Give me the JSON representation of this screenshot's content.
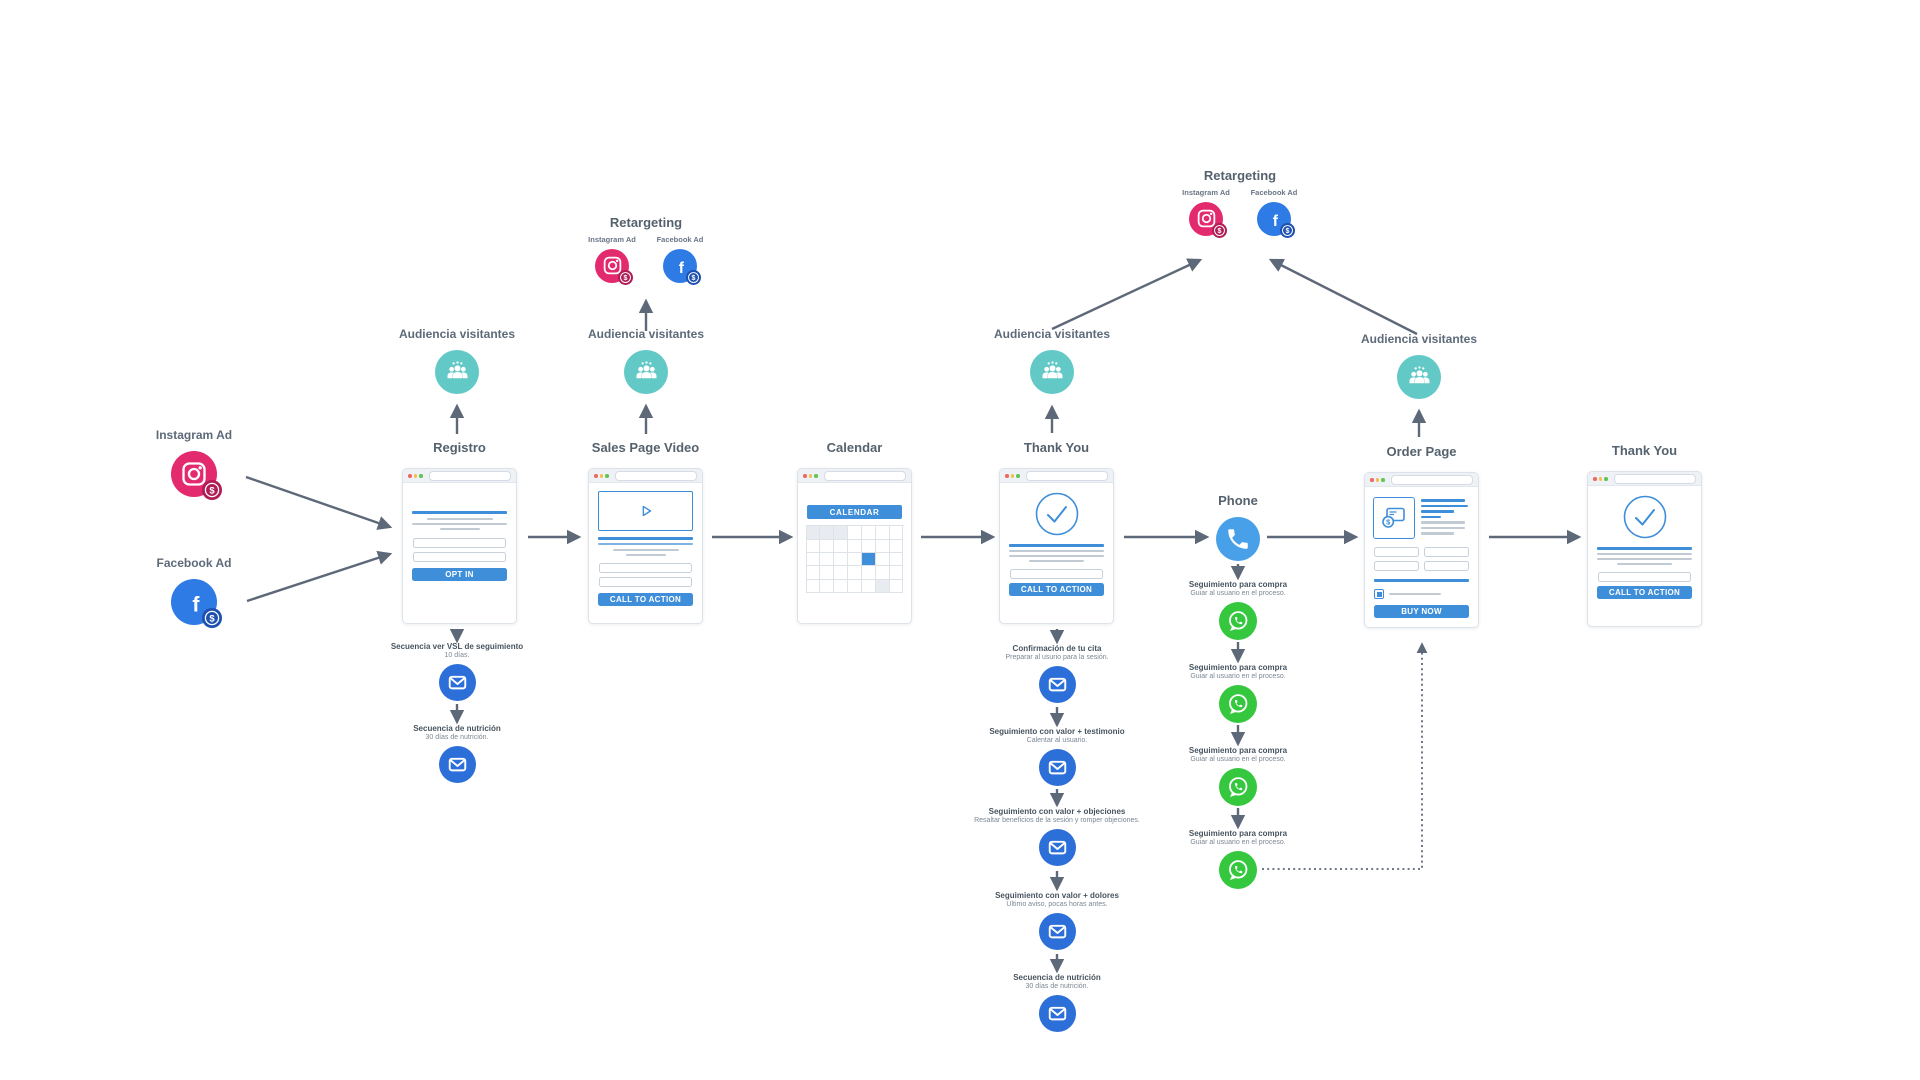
{
  "colors": {
    "teal": "#62c9c6",
    "instagram_pink": "#e32a6e",
    "instagram_badge": "#b01c55",
    "facebook_blue": "#2e7be5",
    "facebook_badge": "#1e50b0",
    "email_blue": "#2d6fd8",
    "phone_blue": "#47a0e8",
    "whatsapp_green": "#35c83e",
    "accent_blue": "#3f8ed9",
    "arrow": "#5d6878"
  },
  "sources": {
    "instagram_label": "Instagram Ad",
    "facebook_label": "Facebook Ad"
  },
  "audience_label": "Audiencia visitantes",
  "retargeting": {
    "title": "Retargeting",
    "instagram_label": "Instagram Ad",
    "facebook_label": "Facebook Ad"
  },
  "nodes": {
    "registro": {
      "title": "Registro",
      "button": "OPT IN"
    },
    "sales": {
      "title": "Sales Page Video",
      "button": "CALL TO ACTION"
    },
    "calendar": {
      "title": "Calendar",
      "banner": "CALENDAR"
    },
    "thankyou1": {
      "title": "Thank You",
      "button": "CALL TO ACTION"
    },
    "phone": {
      "title": "Phone"
    },
    "order": {
      "title": "Order Page",
      "button": "BUY NOW"
    },
    "thankyou2": {
      "title": "Thank You",
      "button": "CALL TO ACTION"
    }
  },
  "registro_emails": [
    {
      "title": "Secuencia ver VSL de seguimiento",
      "subtitle": "10 días."
    },
    {
      "title": "Secuencia de nutrición",
      "subtitle": "30 días de nutrición."
    }
  ],
  "thankyou_emails": [
    {
      "title": "Confirmación de tu cita",
      "subtitle": "Preparar al usurio para la sesión."
    },
    {
      "title": "Seguimiento con valor + testimonio",
      "subtitle": "Calentar al usuario."
    },
    {
      "title": "Seguimiento con valor + objeciones",
      "subtitle": "Resaltar beneficios de la sesión y romper objeciones."
    },
    {
      "title": "Seguimiento con valor + dolores",
      "subtitle": "Último aviso, pocas horas antes."
    },
    {
      "title": "Secuencia de nutrición",
      "subtitle": "30 días de nutrición."
    }
  ],
  "whatsapp_steps": [
    {
      "title": "Seguimiento para compra",
      "subtitle": "Guiar al usuario en el proceso."
    },
    {
      "title": "Seguimiento para compra",
      "subtitle": "Guiar al usuario en el proceso."
    },
    {
      "title": "Seguimiento para compra",
      "subtitle": "Guiar al usuario en el proceso."
    },
    {
      "title": "Seguimiento para compra",
      "subtitle": "Guiar al usuario en el proceso."
    }
  ]
}
